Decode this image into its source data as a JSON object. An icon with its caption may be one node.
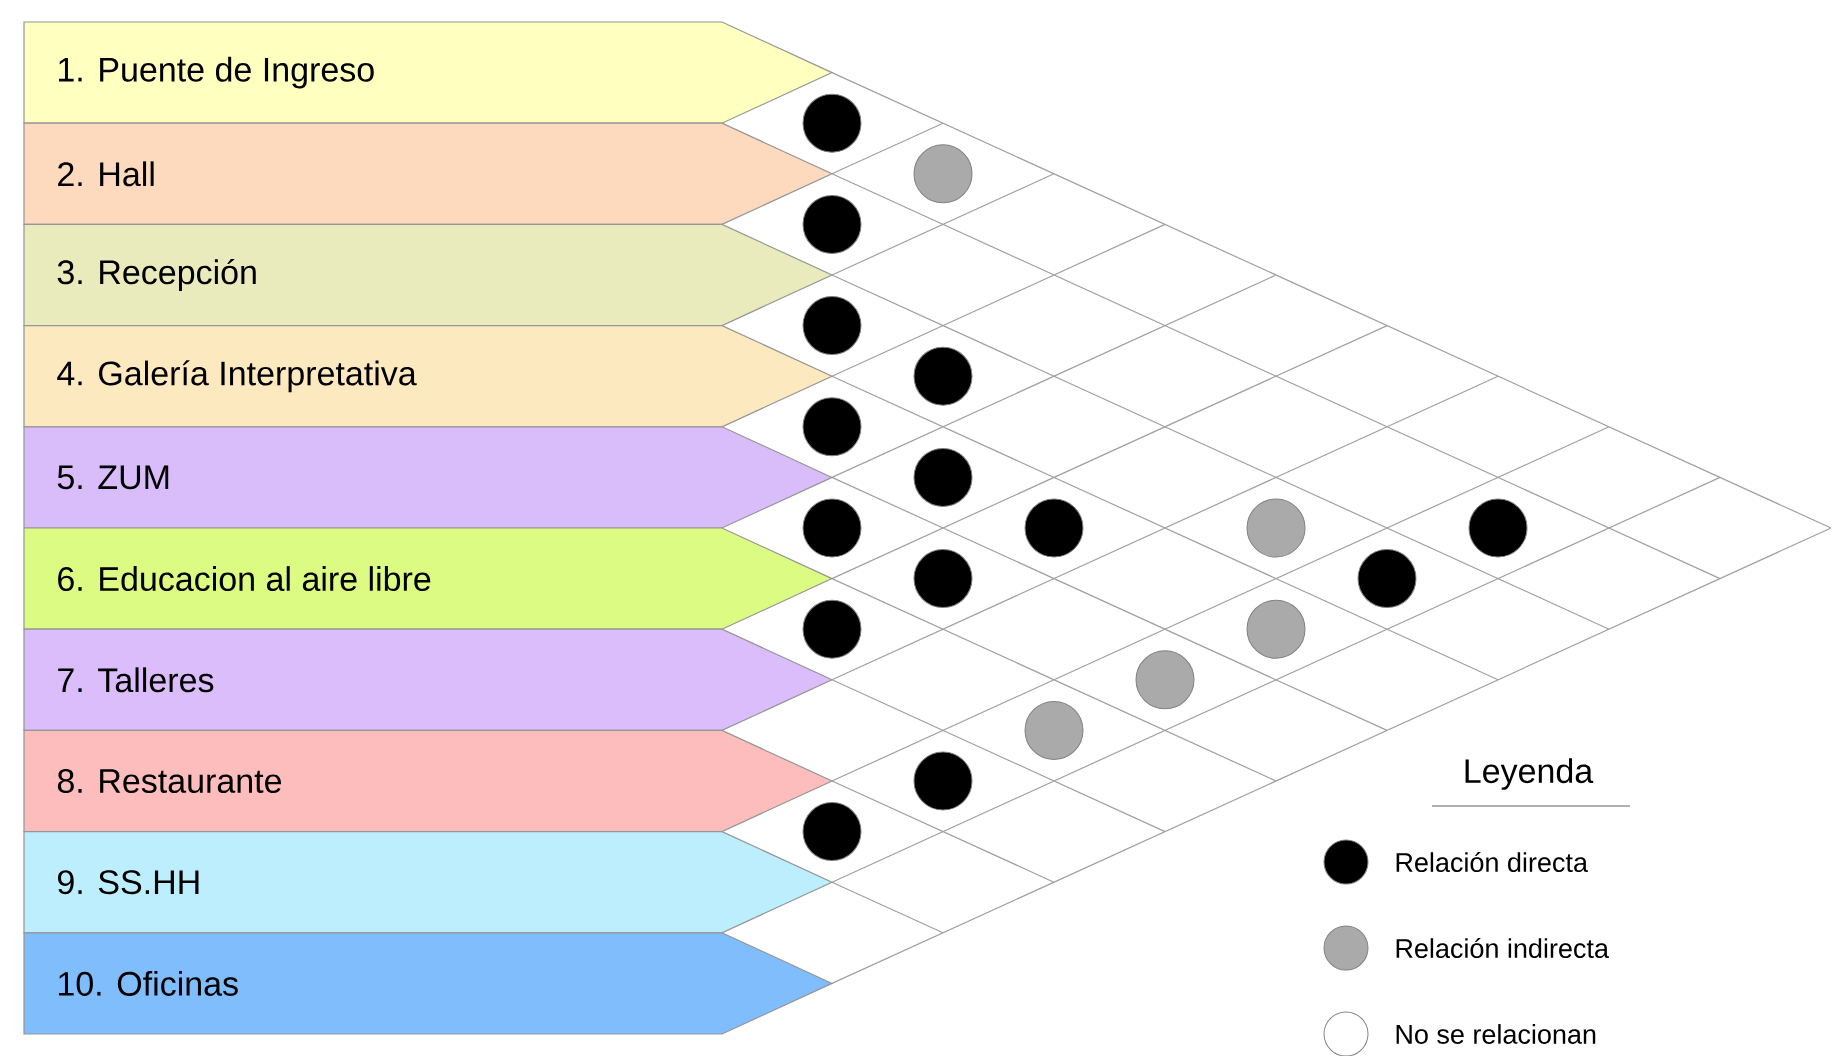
{
  "diagram": {
    "nodes": [
      {
        "text": [
          "1. Puente de Ingreso"
        ]
      },
      {
        "text": [
          "2. Hall"
        ]
      },
      {
        "text": [
          "3. Recepción"
        ]
      },
      {
        "text": [
          "4. Galería Interpretativa"
        ]
      },
      {
        "text": [
          "5. ZUM"
        ]
      },
      {
        "text": [
          "6. Educacion al aire libre"
        ]
      },
      {
        "text": [
          "7. Talleres"
        ]
      },
      {
        "text": [
          "8. Restaurante"
        ]
      },
      {
        "text": [
          "9. SS.HH"
        ]
      },
      {
        "text": [
          "10. Oficinas"
        ]
      },
      {
        "text": [],
        "shape": "circle"
      },
      {
        "text": [],
        "shape": "circle"
      },
      {
        "text": [],
        "shape": "circle"
      },
      {
        "text": [],
        "shape": "circle"
      },
      {
        "text": [],
        "shape": "circle"
      },
      {
        "text": [],
        "shape": "circle"
      },
      {
        "text": [],
        "shape": "circle"
      },
      {
        "text": [],
        "shape": "circle"
      },
      {
        "text": [],
        "shape": "circle"
      },
      {
        "text": [],
        "shape": "circle"
      },
      {
        "text": [],
        "shape": "circle"
      },
      {
        "text": [],
        "shape": "circle"
      },
      {
        "text": [],
        "shape": "circle"
      },
      {
        "text": [],
        "shape": "circle"
      },
      {
        "text": [],
        "shape": "circle"
      },
      {
        "text": [],
        "shape": "circle"
      },
      {
        "text": [],
        "shape": "circle"
      },
      {
        "text": [],
        "shape": "circle"
      },
      {
        "text": [],
        "shape": "circle"
      }
    ],
    "labels": [
      "Leyenda"
    ],
    "legend": [
      {
        "text": "Relación directa",
        "color": "#000000"
      },
      {
        "text": "Relación indirecta",
        "color": "#aaaaaa"
      },
      {
        "text": "No se relacionan"
      }
    ]
  }
}
